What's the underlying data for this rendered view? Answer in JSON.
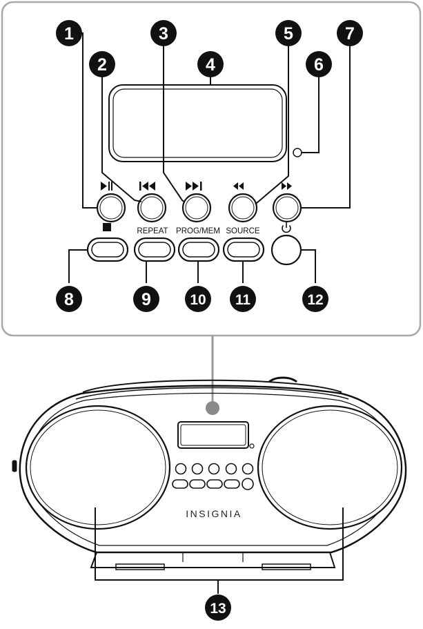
{
  "panel": {
    "labels": {
      "repeat": "REPEAT",
      "prog_mem": "PROG/MEM",
      "source": "SOURCE"
    },
    "icons": {
      "play_pause": "play-pause-icon",
      "prev": "skip-previous-icon",
      "next": "skip-next-icon",
      "rewind": "rewind-icon",
      "forward": "fast-forward-icon",
      "stop": "stop-icon",
      "power": "power-icon"
    }
  },
  "callouts": {
    "c1": "1",
    "c2": "2",
    "c3": "3",
    "c4": "4",
    "c5": "5",
    "c6": "6",
    "c7": "7",
    "c8": "8",
    "c9": "9",
    "c10": "10",
    "c11": "11",
    "c12": "12",
    "c13": "13"
  },
  "device": {
    "brand": "INSIGNIA"
  },
  "colors": {
    "panel_border": "#a8a8a8",
    "callout": "#111111",
    "line": "#111111"
  }
}
